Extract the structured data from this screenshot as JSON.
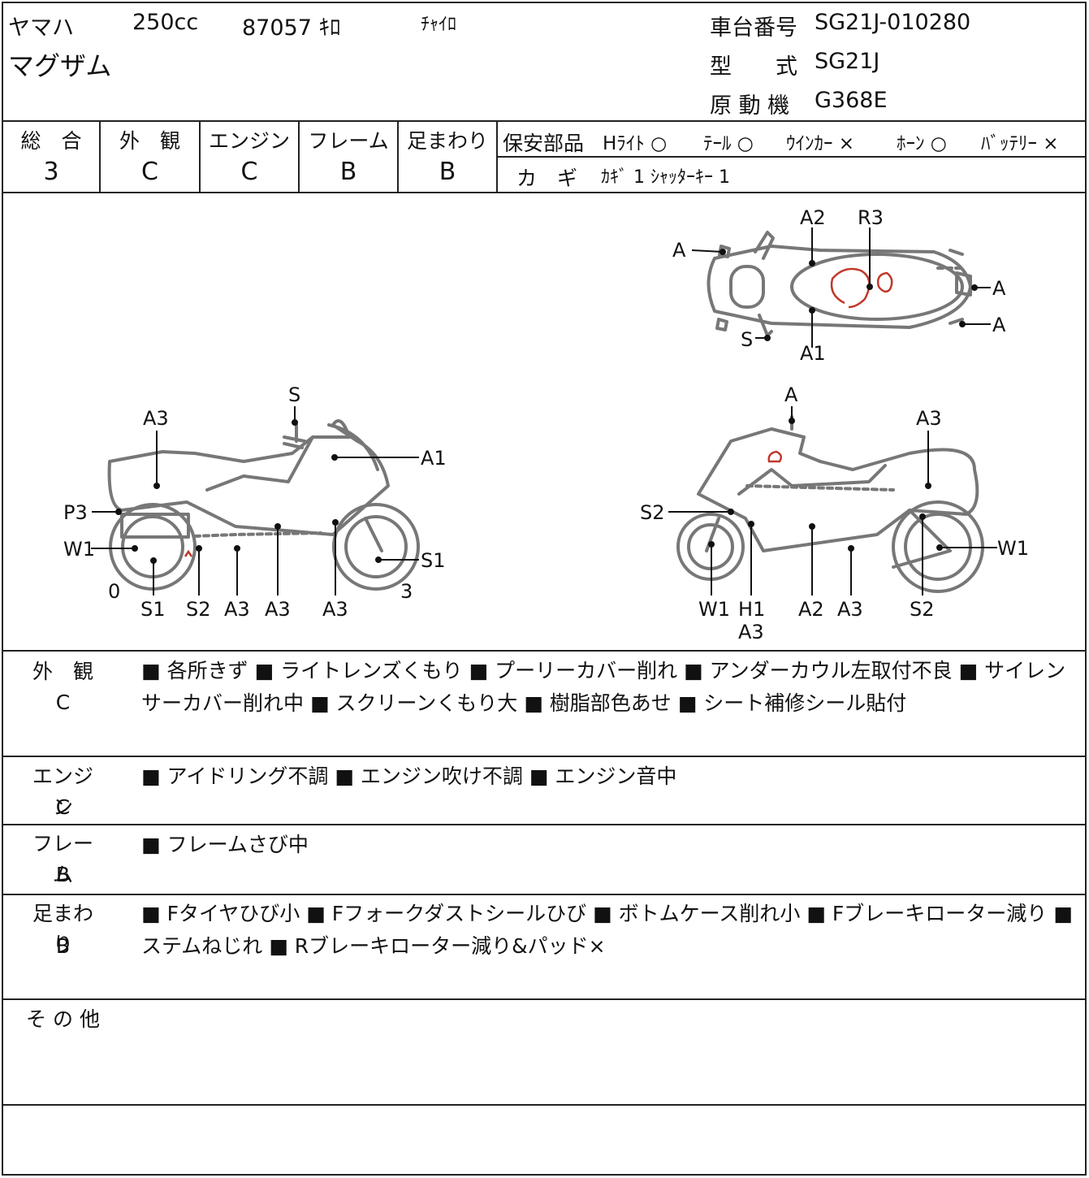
{
  "header": {
    "maker": "ヤマハ",
    "model": "マグザム",
    "displacement": "250cc",
    "mileage": "87057 ｷﾛ",
    "color": "ﾁｬｲﾛ",
    "frame_number_label": "車台番号",
    "frame_number": "SG21J-010280",
    "type_label": "型　　式",
    "type": "SG21J",
    "engine_label": "原 動 機",
    "engine": "G368E"
  },
  "grades": {
    "overall_label": "総　合",
    "overall": "3",
    "exterior_label": "外　観",
    "exterior": "C",
    "engine_label": "エンジン",
    "engine": "C",
    "frame_label": "フレーム",
    "frame": "B",
    "suspension_label": "足まわり",
    "suspension": "B"
  },
  "safety": {
    "label": "保安部品",
    "headlight": "Hﾗｲﾄ ○",
    "tail": "ﾃｰﾙ ○",
    "winker": "ｳｲﾝｶｰ ×",
    "horn": "ﾎｰﾝ ○",
    "battery": "ﾊﾞｯﾃﾘｰ ×"
  },
  "keys": {
    "label": "カ　ギ",
    "value": "ｶｷﾞ 1 ｼｬｯﾀｰｷｰ 1"
  },
  "diagram": {
    "top": {
      "a2": "A2",
      "r3": "R3",
      "a_left": "A",
      "a_right1": "A",
      "a_right2": "A",
      "s": "S",
      "a1": "A1"
    },
    "left": {
      "s": "S",
      "a3_top": "A3",
      "a1": "A1",
      "p3": "P3",
      "w1": "W1",
      "s1_right": "S1",
      "zero": "0",
      "three": "3",
      "b_s1": "S1",
      "b_s2": "S2",
      "b_a3a": "A3",
      "b_a3b": "A3",
      "b_a3c": "A3"
    },
    "right": {
      "a": "A",
      "a3_top": "A3",
      "s2_left": "S2",
      "w1_right": "W1",
      "b_w1": "W1",
      "b_h1": "H1",
      "b_a3": "A3",
      "b_a2": "A2",
      "b_a3b": "A3",
      "b_s2": "S2"
    }
  },
  "details": {
    "exterior_label": "外　観",
    "exterior_grade": "C",
    "exterior_text": "■ 各所きず ■ ライトレンズくもり ■ プーリーカバー削れ ■ アンダーカウル左取付不良 ■ サイレンサーカバー削れ中 ■ スクリーンくもり大 ■ 樹脂部色あせ ■ シート補修シール貼付",
    "engine_label": "エンジン",
    "engine_grade": "C",
    "engine_text": "■ アイドリング不調 ■ エンジン吹け不調 ■ エンジン音中",
    "frame_label": "フレーム",
    "frame_grade": "B",
    "frame_text": "■ フレームさび中",
    "suspension_label": "足まわり",
    "suspension_grade": "B",
    "suspension_text": "■ Fタイヤひび小 ■ Fフォークダストシールひび ■ ボトムケース削れ小 ■ Fブレーキローター減り ■ ステムねじれ ■ Rブレーキローター減り&パッド×",
    "other_label": "そ の 他"
  }
}
